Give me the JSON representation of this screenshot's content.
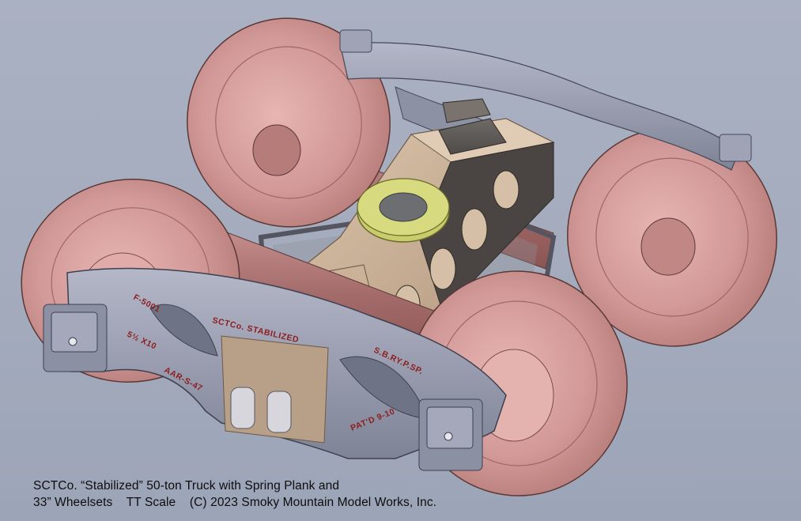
{
  "caption": {
    "line1": "SCTCo. “Stabilized” 50-ton Truck with Spring Plank and",
    "line2": "33” Wheelsets    TT Scale    (C) 2023 Smoky Mountain Model Works, Inc."
  },
  "castings": {
    "part_number": "F-5001",
    "brand": "SCTCo. STABILIZED",
    "size": "5½ X10",
    "spec": "AAR-S-47",
    "railroad": "S.B.RY.P.SP.",
    "patent": "PAT'D 9-10"
  },
  "colors": {
    "background": "#a8afc1",
    "wheel": "#d29a98",
    "frame": "#8f93a6",
    "bolster": "#c8ae92",
    "center_plate": "#c9cc6a",
    "casting_text": "#8e1d1d"
  }
}
